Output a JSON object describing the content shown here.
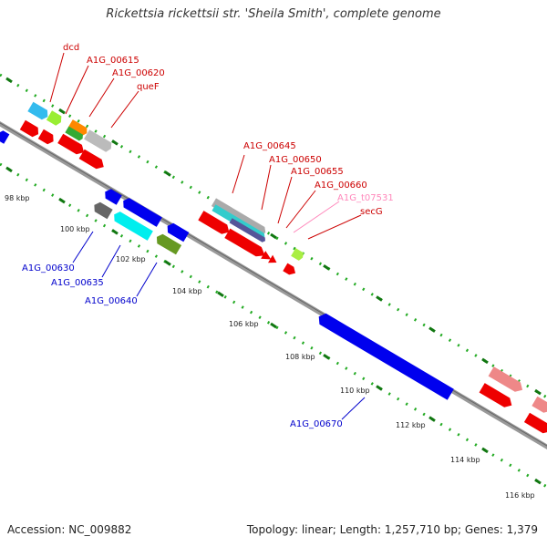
{
  "title": "Rickettsia rickettsii str. 'Sheila Smith', complete genome",
  "footer": {
    "accession": "Accession: NC_009882",
    "stats": "Topology: linear; Length: 1,257,710 bp; Genes: 1,379"
  },
  "colors": {
    "forward_label": "#cc0000",
    "reverse_label": "#0000cc",
    "trna_label": "#ff88bb",
    "backbone": "#888888",
    "tick": "#22aa22"
  },
  "kbp_ticks": [
    "98 kbp",
    "100 kbp",
    "102 kbp",
    "104 kbp",
    "106 kbp",
    "108 kbp",
    "110 kbp",
    "112 kbp",
    "114 kbp",
    "116 kbp"
  ],
  "forward_labels": [
    "dcd",
    "A1G_00615",
    "A1G_00620",
    "queF",
    "A1G_00645",
    "A1G_00650",
    "A1G_00655",
    "A1G_00660",
    "A1G_t07531",
    "secG"
  ],
  "reverse_labels": [
    "A1G_00630",
    "A1G_00635",
    "A1G_00640",
    "A1G_00670"
  ]
}
